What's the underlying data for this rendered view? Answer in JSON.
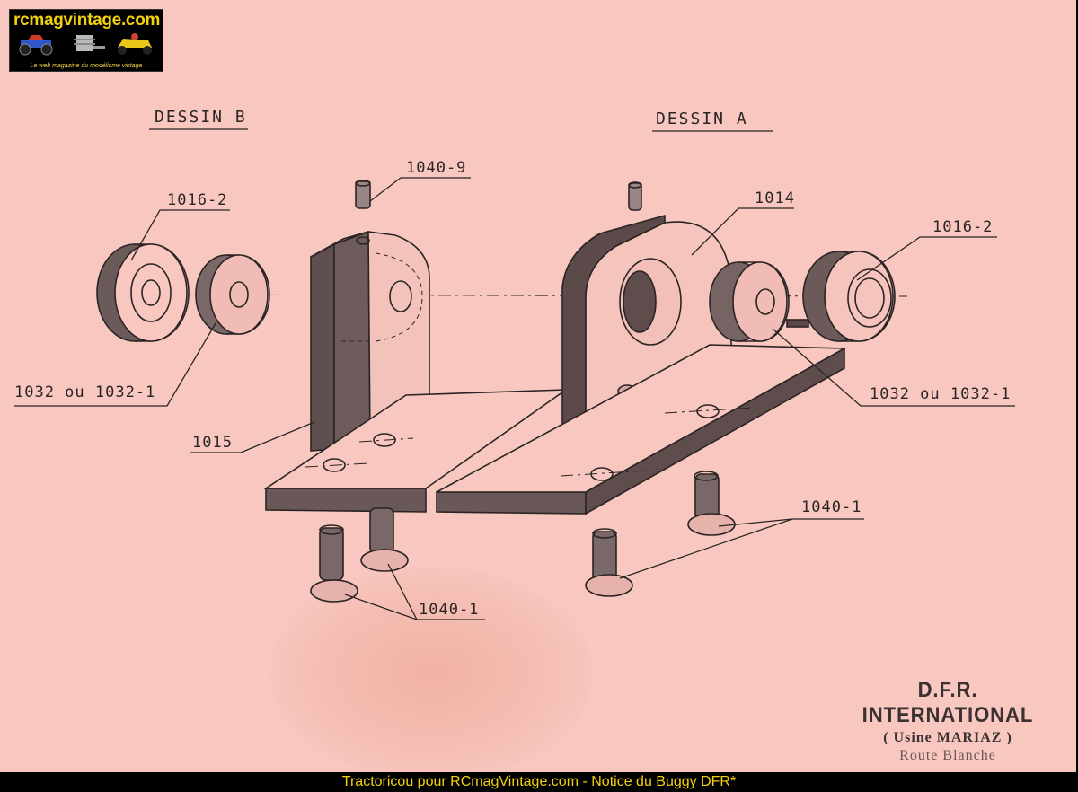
{
  "logo": {
    "title": "rcmagvintage.com",
    "tagline": "Le web magazine du modélisme vintage",
    "icons": [
      "buggy-icon",
      "engine-icon",
      "kart-icon"
    ],
    "title_color": "#f2d20a"
  },
  "drawing": {
    "heading_b": "DESSIN  B",
    "heading_a": "DESSIN  A",
    "labels": {
      "b_1016_2": "1016-2",
      "b_1032": "1032 ou 1032-1",
      "b_1015": "1015",
      "pin_1040_9": "1040-9",
      "a_1014": "1014",
      "a_1016_2": "1016-2",
      "a_1032": "1032  ou 1032-1",
      "b_1040_1": "1040-1",
      "a_1040_1": "1040-1"
    },
    "paper_color": "#f7c7c0",
    "ink_color": "#2b2424"
  },
  "stamp": {
    "company": "D.F.R. INTERNATIONAL",
    "subtitle": "( Usine MARIAZ )",
    "address": "Route Blanche"
  },
  "footer": {
    "caption": "Tractoricou pour RCmagVintage.com - Notice du Buggy DFR*"
  }
}
